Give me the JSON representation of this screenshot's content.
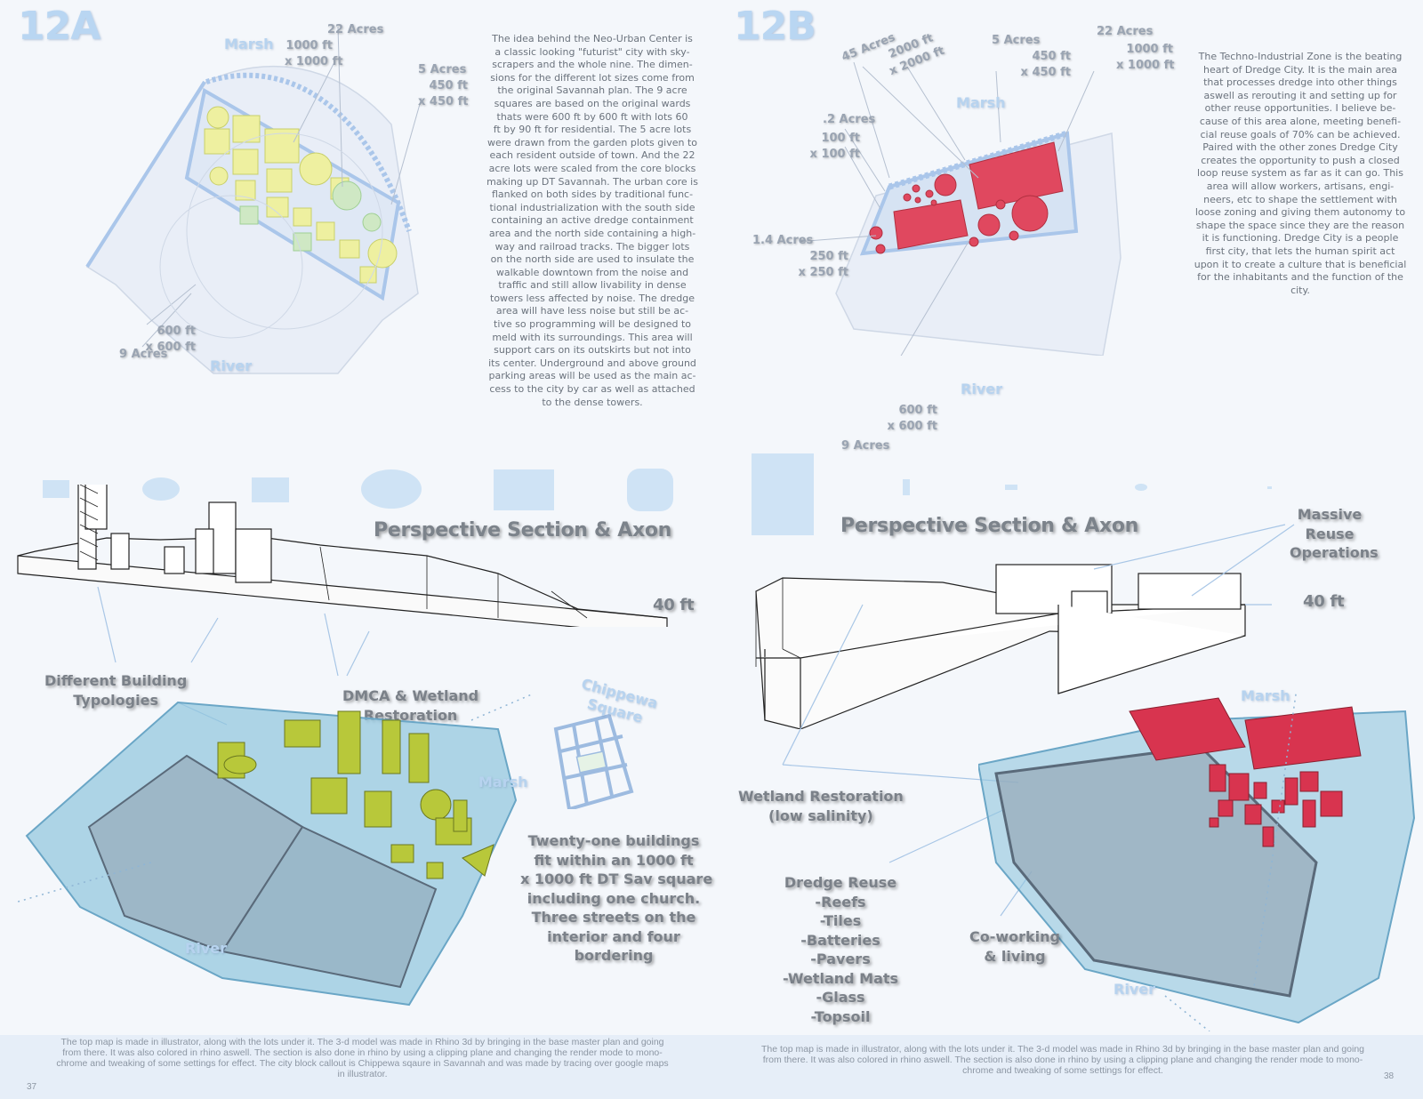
{
  "left": {
    "number": "12A",
    "map_labels": {
      "marsh": "Marsh",
      "river": "River",
      "acres22": "22 Acres",
      "ft1000a": "1000 ft",
      "ft1000b": "x 1000 ft",
      "acres5": "5 Acres",
      "ft450a": "450 ft",
      "ft450b": "x 450 ft",
      "ft600a": "600 ft",
      "ft600b": "x 600 ft",
      "acres9": "9 Acres"
    },
    "paragraph": [
      "The idea behind the Neo-Urban Center is",
      "a classic looking \"futurist\" city with sky-",
      "scrapers and the whole nine. The dimen-",
      "sions for the different lot sizes come from",
      "the original Savannah plan. The 9 acre",
      "squares are based on the original wards",
      "thats were 600 ft by 600 ft with lots 60",
      "ft by 90 ft for residential. The 5 acre lots",
      "were drawn from the garden plots given to",
      "each resident outside of town. And the 22",
      "acre lots were scaled from the core blocks",
      "making up DT Savannah. The urban core is",
      "flanked on both sides by traditional func-",
      "tional industrialization with the south side",
      "containing an active dredge containment",
      "area and the north side containing a high-",
      "way and railroad tracks. The bigger lots",
      "on the north side are used to insulate the",
      "walkable downtown from the noise and",
      "traffic and still allow livability in dense",
      "towers less affected by noise. The dredge",
      "area will have less noise but still be ac-",
      "tive so programming will be designed to",
      "meld with its surroundings. This area will",
      "support cars on its outskirts but not into",
      "its center. Underground and above ground",
      "parking areas will be used as the main ac-",
      "cess to the city by car as well as attached",
      "to the dense towers."
    ],
    "section_title": "Perspective Section & Axon",
    "height_label": "40 ft",
    "callout_typologies": [
      "Different Building",
      "Typologies"
    ],
    "callout_dmca": [
      "DMCA & Wetland",
      "Restoration"
    ],
    "chippewa": [
      "Chippewa",
      "Square"
    ],
    "axon_marsh": "Marsh",
    "axon_river": "River",
    "callout_twentyone": [
      "Twenty-one buildings",
      "fit within an 1000 ft",
      "x 1000 ft DT Sav square",
      "including one church.",
      "Three streets on the",
      "interior and four",
      "bordering"
    ],
    "footer": [
      "The top map is made in illustrator, along with the lots under it. The 3-d model was made in Rhino 3d by bringing in the base master plan and going",
      "from there. It was also colored in rhino aswell. The section is also done in rhino by using a clipping plane and changing the render mode to mono-",
      "chrome and tweaking of some settings for effect. The city block callout is Chippewa sqaure in Savannah and was made by tracing over google maps",
      "in illustrator."
    ],
    "page": "37"
  },
  "right": {
    "number": "12B",
    "map_labels": {
      "acres45": "45 Acres",
      "ft2000a": "2000 ft",
      "ft2000b": "x 2000 ft",
      "acres5": "5 Acres",
      "ft450a": "450 ft",
      "ft450b": "x 450 ft",
      "acres22": "22 Acres",
      "ft1000a": "1000 ft",
      "ft1000b": "x 1000 ft",
      "marsh": "Marsh",
      "acres02": ".2 Acres",
      "ft100a": "100 ft",
      "ft100b": "x 100 ft",
      "acres14": "1.4 Acres",
      "ft250a": "250 ft",
      "ft250b": "x 250 ft",
      "river": "River",
      "ft600a": "600 ft",
      "ft600b": "x 600 ft",
      "acres9": "9 Acres"
    },
    "paragraph": [
      "The Techno-Industrial Zone is the beating",
      "heart of Dredge City. It is the main area",
      "that processes dredge into other things",
      "aswell as rerouting it and setting up for",
      "other reuse opportunities. I believe be-",
      "cause of this area alone, meeting benefi-",
      "cial reuse goals of 70% can be achieved.",
      "Paired with the other zones Dredge City",
      "creates the opportunity to push a closed",
      "loop reuse system as far as it can go. This",
      "area will allow workers, artisans, engi-",
      "neers, etc to shape the settlement with",
      "loose zoning and giving them autonomy to",
      "shape the space since they are the reason",
      "it is functioning. Dredge City is a people",
      "first city, that lets the human spirit act",
      "upon it to create a culture that is beneficial",
      "for the inhabitants and the function of the",
      "city."
    ],
    "section_title": "Perspective Section & Axon",
    "height_label": "40 ft",
    "callout_massive": [
      "Massive",
      "Reuse",
      "Operations"
    ],
    "callout_wetland": [
      "Wetland Restoration",
      "(low salinity)"
    ],
    "axon_marsh": "Marsh",
    "axon_river": "River",
    "callout_dredge": [
      "Dredge Reuse",
      "-Reefs",
      "-Tiles",
      "-Batteries",
      "-Pavers",
      "-Wetland Mats",
      "-Glass",
      "-Topsoil"
    ],
    "callout_coworking": [
      "Co-working",
      "& living"
    ],
    "footer": [
      "The top map is made in illustrator, along with the lots under it. The 3-d model was made in Rhino 3d by bringing in the base master plan and going",
      "from there. It was also colored in rhino aswell. The section is also done in rhino by using a clipping plane and changing the render mode to mono-",
      "chrome and tweaking of some settings for effect."
    ],
    "page": "38"
  },
  "colors": {
    "blue_label": "#b7d3ef",
    "lot_yellow": "#eef0a0",
    "lot_green": "#cfe8c4",
    "industrial_red": "#e0485f",
    "water_blue": "#8fc4dd",
    "building_green": "#b8c83a"
  }
}
